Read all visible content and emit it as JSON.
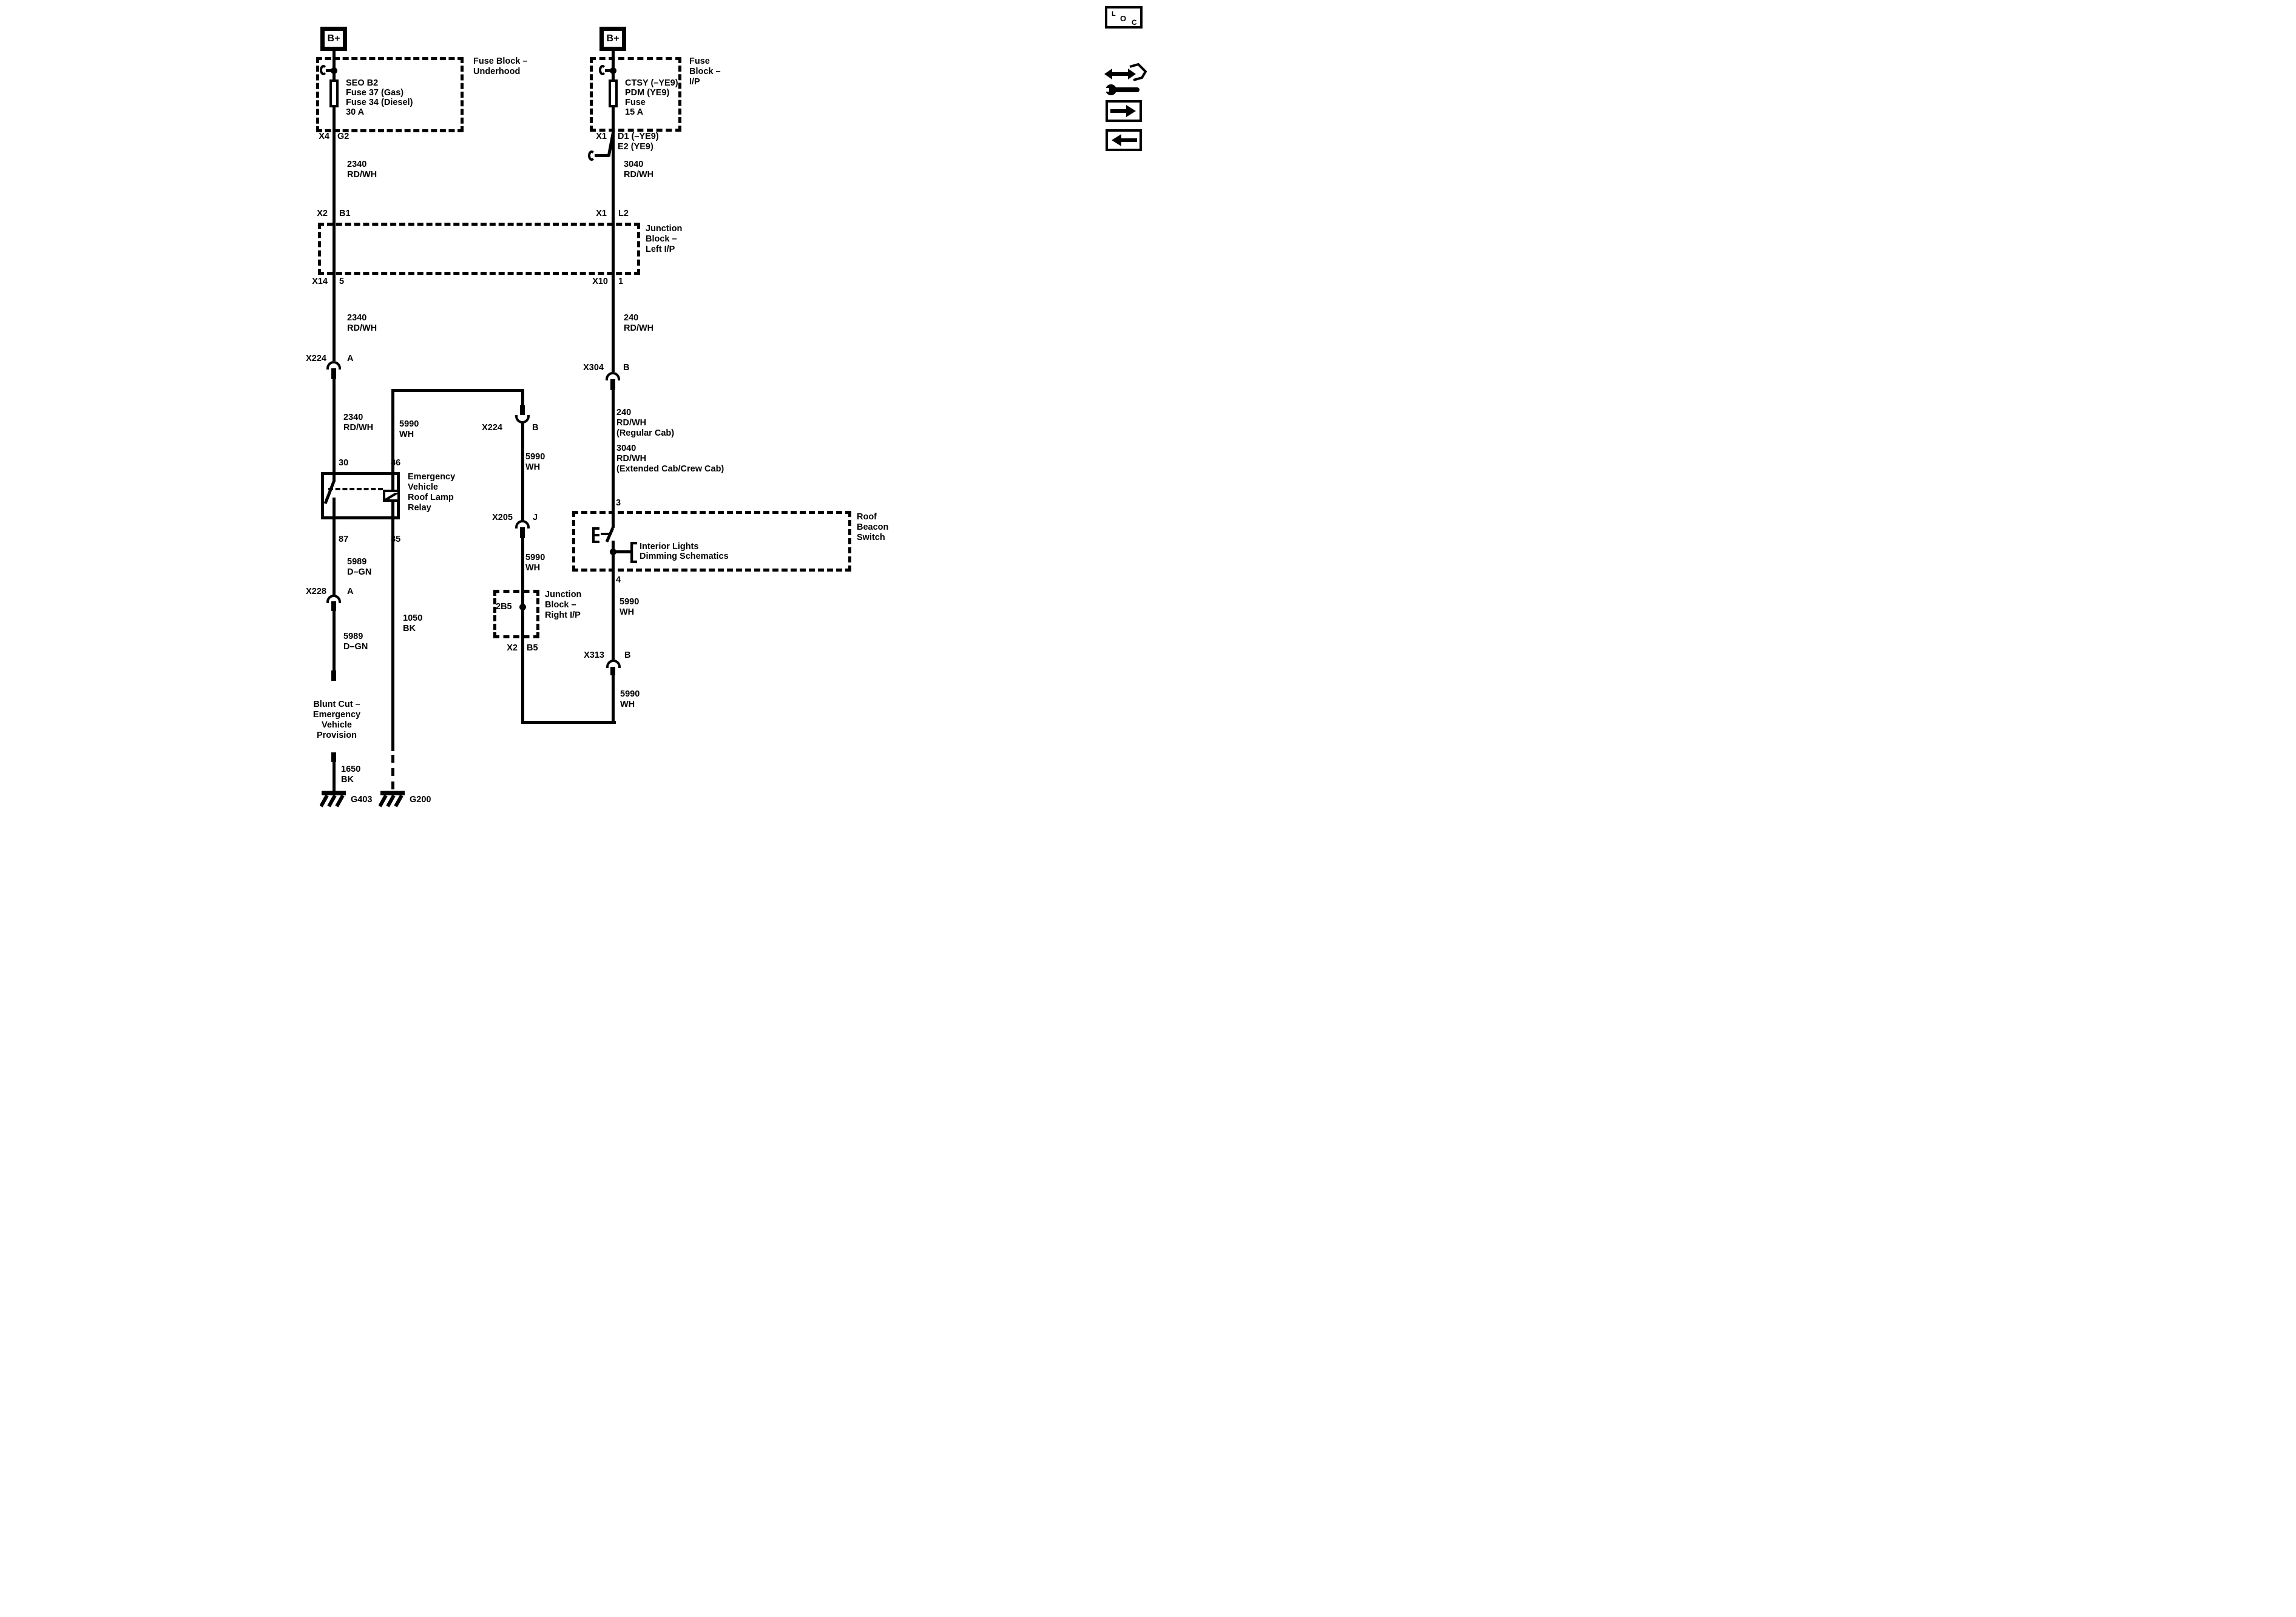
{
  "nav": {
    "loc": [
      "L",
      "O",
      "C"
    ]
  },
  "left": {
    "bplus": "B+",
    "fuse_block_label": [
      "Fuse Block –",
      "Underhood"
    ],
    "fuse_text": [
      "SEO B2",
      "Fuse 37 (Gas)",
      "Fuse 34 (Diesel)",
      "30 A"
    ],
    "conn_out": "X4",
    "pin_out": "G2",
    "wire_a": [
      "2340",
      "RD/WH"
    ],
    "jb_conn_in": "X2",
    "jb_pin_in": "B1",
    "jb_label": [
      "Junction",
      "Block –",
      "Left I/P"
    ],
    "jb_conn_out": "X14",
    "jb_pin_out": "5",
    "wire_b": [
      "2340",
      "RD/WH"
    ],
    "x224_name": "X224",
    "x224_pin": "A",
    "wire_c": [
      "2340",
      "RD/WH"
    ],
    "relay_pin_30": "30",
    "relay_pin_86": "86",
    "relay_pin_87": "87",
    "relay_pin_85": "85",
    "relay_label": [
      "Emergency",
      "Vehicle",
      "Roof Lamp",
      "Relay"
    ],
    "wire_d": [
      "5989",
      "D–GN"
    ],
    "x228_name": "X228",
    "x228_pin": "A",
    "wire_e": [
      "5989",
      "D–GN"
    ],
    "blunt_cut_label": [
      "Blunt Cut –",
      "Emergency",
      "Vehicle",
      "Provision"
    ],
    "wire_f": [
      "1650",
      "BK"
    ],
    "ground": "G403"
  },
  "mid": {
    "wire_5990_riser": [
      "5990",
      "WH"
    ],
    "wire_1050": [
      "1050",
      "BK"
    ],
    "ground": "G200",
    "x224_name": "X224",
    "x224_pin": "B",
    "wire_5990_a": [
      "5990",
      "WH"
    ],
    "x205_name": "X205",
    "x205_pin": "J",
    "wire_5990_b": [
      "5990",
      "WH"
    ],
    "jbr_pin": "2B5",
    "jbr_label": [
      "Junction",
      "Block –",
      "Right I/P"
    ],
    "jbr_conn_out": "X2",
    "jbr_pin_out": "B5"
  },
  "right": {
    "bplus": "B+",
    "fuse_block_label": [
      "Fuse",
      "Block –",
      "I/P"
    ],
    "fuse_text": [
      "CTSY (–YE9)",
      "PDM (YE9)",
      "Fuse",
      "15 A"
    ],
    "conn_out": "X1",
    "pins_out": [
      "D1 (–YE9)",
      "E2 (YE9)"
    ],
    "wire_a": [
      "3040",
      "RD/WH"
    ],
    "jb_conn_in": "X1",
    "jb_pin_in": "L2",
    "jb_conn_out": "X10",
    "jb_pin_out": "1",
    "wire_b": [
      "240",
      "RD/WH"
    ],
    "x304_name": "X304",
    "x304_pin": "B",
    "wire_c": [
      "240",
      "RD/WH",
      "(Regular Cab)"
    ],
    "wire_d": [
      "3040",
      "RD/WH",
      "(Extended Cab/Crew Cab)"
    ],
    "switch_pin_in": "3",
    "switch_label": [
      "Roof",
      "Beacon",
      "Switch"
    ],
    "interior_ref": [
      "Interior Lights",
      "Dimming Schematics"
    ],
    "switch_pin_out": "4",
    "wire_e": [
      "5990",
      "WH"
    ],
    "x313_name": "X313",
    "x313_pin": "B",
    "wire_f": [
      "5990",
      "WH"
    ]
  }
}
